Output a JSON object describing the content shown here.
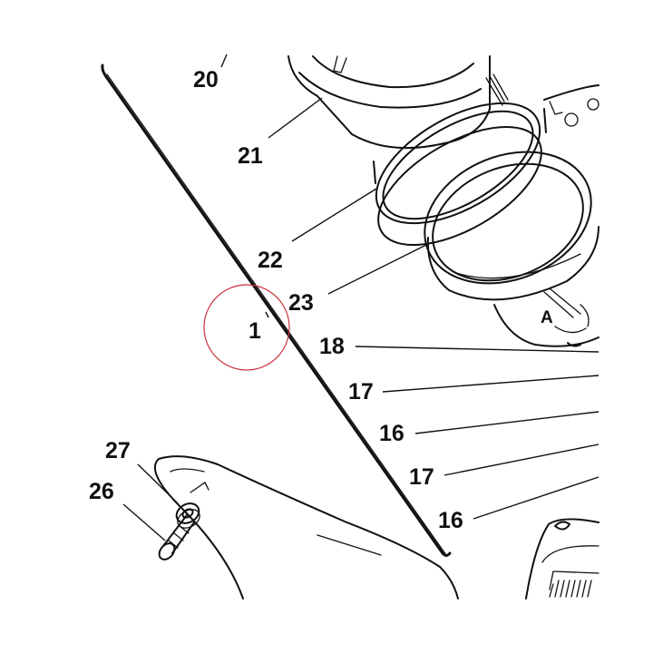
{
  "diagram": {
    "callouts": [
      "20",
      "21",
      "22",
      "23",
      "1",
      "18",
      "17",
      "16",
      "17",
      "16",
      "27",
      "26"
    ],
    "detail_mark": "A",
    "highlight_color": "#c8323c",
    "line_color": "#111111",
    "background": "#ffffff"
  }
}
